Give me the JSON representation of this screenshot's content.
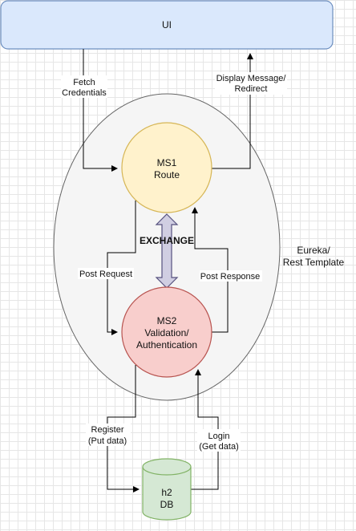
{
  "nodes": {
    "ui": {
      "label": "UI"
    },
    "ms1": {
      "line1": "MS1",
      "line2": "Route"
    },
    "ms2": {
      "line1": "MS2",
      "line2": "Validation/",
      "line3": "Authentication"
    },
    "db": {
      "line1": "h2",
      "line2": "DB"
    }
  },
  "container": {
    "line1": "Eureka/",
    "line2": "Rest Template"
  },
  "edges": {
    "fetch": {
      "line1": "Fetch",
      "line2": "Credentials"
    },
    "display": {
      "line1": "Display Message/",
      "line2": "Redirect"
    },
    "exchange": {
      "label": "EXCHANGE"
    },
    "post_request": {
      "label": "Post Request"
    },
    "post_response": {
      "label": "Post Response"
    },
    "register": {
      "line1": "Register",
      "line2": "(Put data)"
    },
    "login": {
      "line1": "Login",
      "line2": "(Get data)"
    }
  },
  "colors": {
    "ui_fill": "#dae8fc",
    "ui_stroke": "#6c8ebf",
    "ms1_fill": "#fff2cc",
    "ms1_stroke": "#d6b656",
    "ms2_fill": "#f8cecc",
    "ms2_stroke": "#b85450",
    "db_fill": "#d5e8d4",
    "db_stroke": "#82b366",
    "container_fill": "#f5f5f5",
    "container_stroke": "#666666",
    "exchange_fill": "#d0cee2",
    "exchange_stroke": "#56517e"
  }
}
